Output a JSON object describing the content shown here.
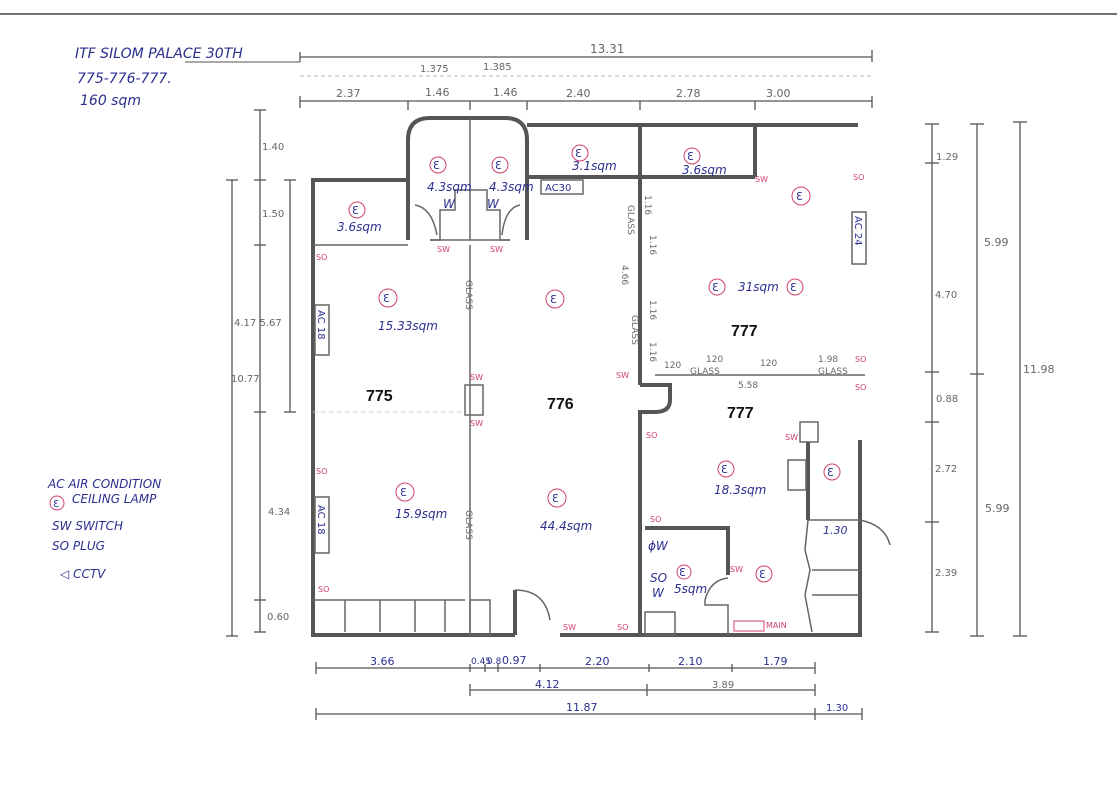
{
  "header": {
    "title": "ITF SILOM PALACE 30TH",
    "units": "775-776-777.",
    "area": "160 sqm"
  },
  "legend": [
    {
      "code": "AC",
      "label": "AIR CONDITION"
    },
    {
      "code": "Ɛ",
      "label": "CEILING LAMP"
    },
    {
      "code": "SW",
      "label": "SWITCH"
    },
    {
      "code": "SO",
      "label": "PLUG"
    },
    {
      "code": "◁",
      "label": "CCTV"
    }
  ],
  "rooms": {
    "r775": "775",
    "r776": "776",
    "r777a": "777",
    "r777b": "777"
  },
  "areas": {
    "store_left": "3.6sqm",
    "wc1": "4.3sqm",
    "wc2": "4.3sqm",
    "store_mid": "3.1sqm",
    "store_right": "3.6sqm",
    "r775_top": "15.33sqm",
    "r775_bottom": "15.9sqm",
    "r776": "44.4sqm",
    "r777_top": "31sqm",
    "r777_bottom": "18.3sqm",
    "small_room": "5sqm"
  },
  "fixtures": {
    "ac30": "AC30",
    "ac24": "AC 24",
    "ac18a": "AC 18",
    "ac18b": "AC 18",
    "glass": "GLASS",
    "w": "W",
    "sw": "SW",
    "so": "SO",
    "main": "MAIN",
    "dw": "ϕW",
    "lamp": "Ɛ"
  },
  "dimensions": {
    "top_total": "13.31",
    "top_sub1": "1.375",
    "top_sub2": "1.385",
    "top": [
      "2.37",
      "1.46",
      "1.46",
      "2.40",
      "2.78",
      "3.00"
    ],
    "left": [
      "1.40",
      "1.50",
      "4.17 5.67",
      "10.77",
      "4.34",
      "0.60"
    ],
    "right_inner": [
      "1.29",
      "4.70",
      "0.88",
      "2.72",
      "2.39"
    ],
    "right_mid": [
      "5.99",
      "5.99"
    ],
    "right_total": "11.98",
    "glass_segments": [
      "1.16",
      "1.16",
      "1.16",
      "1.16",
      "4.66"
    ],
    "glass_horizontal": [
      "120",
      "120",
      "120",
      "1.98",
      "5.58"
    ],
    "closet": "1.30",
    "bottom": [
      "3.66",
      "0.45",
      "0.8",
      "0.97",
      "2.20",
      "2.10",
      "1.79"
    ],
    "bottom_mid": [
      "4.12",
      "3.89"
    ],
    "bottom_total": "11.87",
    "bottom_right": "1.30"
  }
}
